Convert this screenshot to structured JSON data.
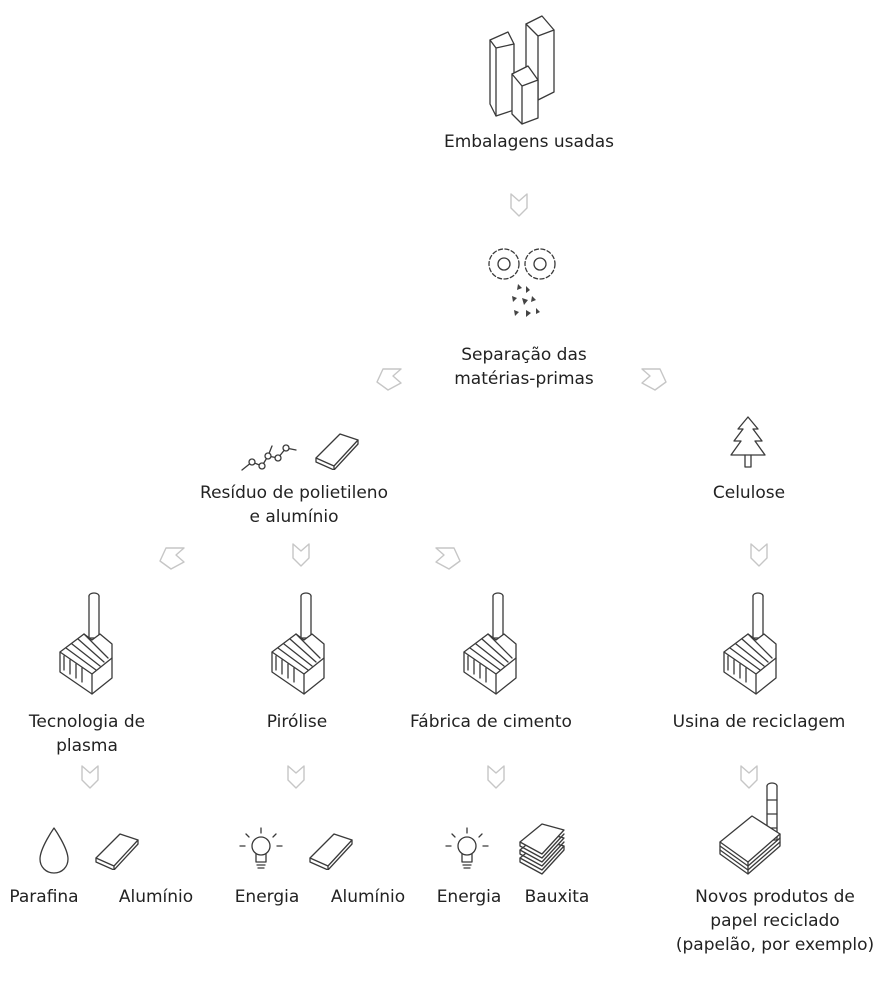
{
  "nodes": {
    "embalagens": "Embalagens usadas",
    "separacao_l1": "Separação das",
    "separacao_l2": "matérias-primas",
    "residuo_l1": "Resíduo de polietileno",
    "residuo_l2": "e alumínio",
    "celulose": "Celulose",
    "plasma_l1": "Tecnologia de",
    "plasma_l2": "plasma",
    "pirolise": "Pirólise",
    "cimento": "Fábrica de cimento",
    "usina": "Usina de reciclagem",
    "parafina": "Parafina",
    "aluminio_1": "Alumínio",
    "energia_1": "Energia",
    "aluminio_2": "Alumínio",
    "energia_2": "Energia",
    "bauxita": "Bauxita",
    "novos_l1": "Novos produtos de",
    "novos_l2": "papel reciclado",
    "novos_l3": "(papelão, por exemplo)"
  },
  "icons": {
    "packages": "carton-packages-icon",
    "shredder": "gears-shredder-icon",
    "molecule": "polyethylene-molecule-icon",
    "aluminum_bar": "aluminum-ingot-icon",
    "tree": "tree-icon",
    "factory": "factory-icon",
    "drop": "paraffin-drop-icon",
    "bulb": "light-bulb-icon",
    "bauxite": "bauxite-stack-icon",
    "paper": "paper-stack-icon"
  },
  "colors": {
    "arrow_outline": "#c6c6c6",
    "icon_line": "#3a3a3a",
    "text": "#222222"
  }
}
